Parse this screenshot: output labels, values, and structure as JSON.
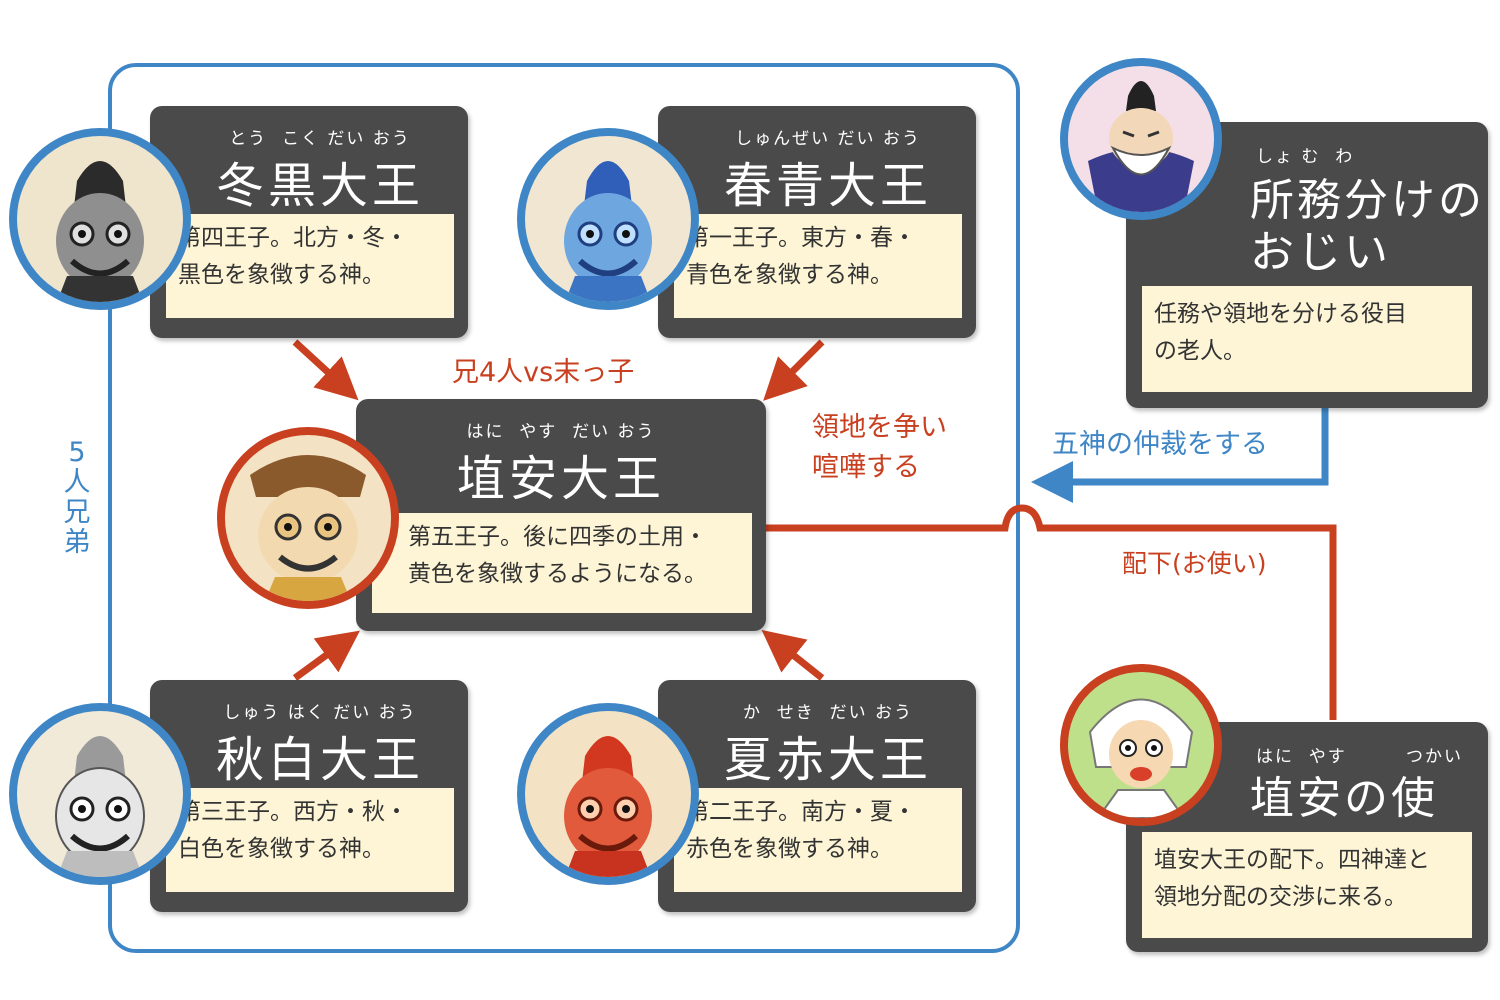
{
  "brothers_label": "5\n人\n兄\n弟",
  "rivalry_label": "兄4人vs末っ子",
  "conflict_label": "領地を争い\n喧嘩する",
  "mediate_label": "五神の仲裁をする",
  "subordinate_label": "配下(お使い)",
  "cards": {
    "toukoku": {
      "ruby": "とう  こく だい おう",
      "name": "冬黒大王",
      "desc": "第四王子。北方・冬・\n黒色を象徴する神。"
    },
    "shunsei": {
      "ruby": "しゅんぜい だい おう",
      "name": "春青大王",
      "desc": "第一王子。東方・春・\n青色を象徴する神。"
    },
    "haniyasu": {
      "ruby": "はに  やす  だい おう",
      "name": "埴安大王",
      "desc": "第五王子。後に四季の土用・\n黄色を象徴するようになる。"
    },
    "shuuhaku": {
      "ruby": "しゅう はく だい おう",
      "name": "秋白大王",
      "desc": "第三王子。西方・秋・\n白色を象徴する神。"
    },
    "kaseki": {
      "ruby": "か  せき  だい おう",
      "name": "夏赤大王",
      "desc": "第二王子。南方・夏・\n赤色を象徴する神。"
    },
    "ojii": {
      "ruby": "しょ む  わ",
      "name_line1": "所務分けの",
      "name_line2": "おじい",
      "desc": "任務や領地を分ける役目\nの老人。"
    },
    "tsukai": {
      "ruby": "はに  やす        つかい",
      "name": "埴安の使",
      "desc": "埴安大王の配下。四神達と\n領地分配の交渉に来る。"
    }
  },
  "colors": {
    "frame": "#3f86c6",
    "card": "#4a4a4a",
    "desc_bg": "#fdf5d6",
    "red_accent": "#c8401f",
    "blue_accent": "#3f86c6"
  }
}
